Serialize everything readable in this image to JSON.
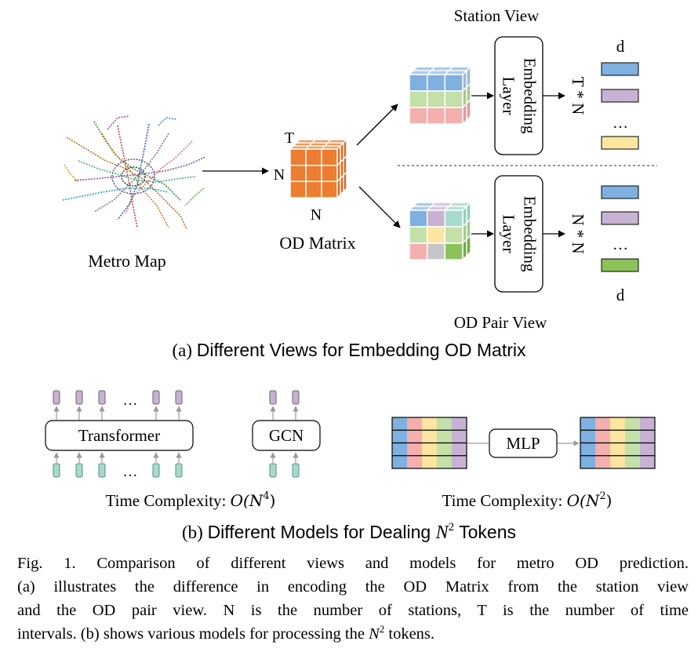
{
  "panel_a": {
    "metro_map_label": "Metro Map",
    "od_matrix_label": "OD Matrix",
    "axis_t": "T",
    "axis_n_left": "N",
    "axis_n_bottom": "N",
    "station_view_title": "Station View",
    "od_pair_view_title": "OD Pair View",
    "embedding_layer_line1": "Embedding",
    "embedding_layer_line2": "Layer",
    "station_output": "T * N",
    "pair_output": "N * N",
    "dim_label_top": "d",
    "dim_label_bottom": "d",
    "ellipsis": "…",
    "caption": "Different Views for Embedding OD Matrix",
    "caption_prefix": "(a)",
    "colors": {
      "cube_orange": "#ED7D31",
      "blue": "#7EB0E0",
      "purple": "#C8B2D3",
      "yellow": "#FCE5A0",
      "green": "#8CC25A",
      "pink": "#F4AFAF",
      "light_green": "#C3E0A8",
      "teal": "#A6DBCC"
    }
  },
  "panel_b": {
    "transformer_label": "Transformer",
    "gcn_label": "GCN",
    "mlp_label": "MLP",
    "ellipsis": "…",
    "complexity_left_prefix": "Time Complexity: ",
    "complexity_left_formula": "O(N",
    "complexity_left_exp": "4",
    "complexity_right_prefix": "Time Complexity: ",
    "complexity_right_formula": "O(N",
    "complexity_right_exp": "2",
    "caption_prefix": "(b)",
    "caption_main": "Different Models for Dealing ",
    "caption_var": "N",
    "caption_exp": "2",
    "caption_suffix": " Tokens"
  },
  "figure_caption": {
    "line1": "Fig. 1.  Comparison of different views and models for metro OD prediction.",
    "line2": "(a) illustrates the difference in encoding the OD Matrix from the station view",
    "line3": "and the OD pair view. N is the number of stations, T is the number of time",
    "line4_a": "intervals. (b) shows various models for processing the ",
    "line4_var": "N",
    "line4_exp": "2",
    "line4_b": " tokens."
  }
}
